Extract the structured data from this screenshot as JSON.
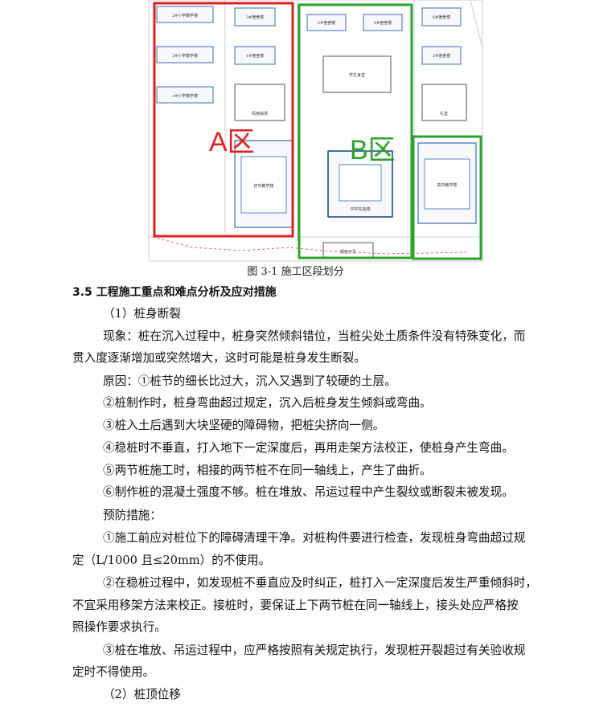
{
  "figure": {
    "zone_a_label": "A区",
    "zone_b_label": "B区",
    "building_labels": {
      "b1": "2#小学教学楼",
      "b2": "2#小学教学楼",
      "b3": "1#小学教学楼",
      "b4": "3#宿舍楼",
      "b5": "1#宿舍楼",
      "b6": "风雨操场",
      "b7": "初中教学楼",
      "b8": "5#宿舍楼",
      "b9": "4#宿舍楼",
      "b10": "学生食堂",
      "b11": "中学实验楼",
      "b12": "6#宿舍楼",
      "b13": "3#宿舍楼",
      "b14": "礼堂",
      "b15": "高中教学楼",
      "b16": "报告厅及"
    },
    "colors": {
      "zone_a": "#e02020",
      "zone_b": "#2aa52a",
      "building": "#3a6bb0"
    }
  },
  "caption": "图 3-1 施工区段划分",
  "section_heading": "3.5 工程施工重点和难点分析及应对措施",
  "lines": [
    "（1）桩身断裂",
    "现象：桩在沉入过程中，桩身突然倾斜错位，当桩尖处土质条件没有特殊变化，而",
    "贯入度逐渐增加或突然增大，这时可能是桩身发生断裂。",
    "原因：①桩节的细长比过大，沉入又遇到了较硬的土层。",
    "②桩制作时，桩身弯曲超过规定，沉入后桩身发生倾斜或弯曲。",
    "③桩入土后遇到大块坚硬的障碍物，把桩尖挤向一侧。",
    "④稳桩时不垂直，打入地下一定深度后，再用走架方法校正，使桩身产生弯曲。",
    "⑤两节桩施工时，相接的两节桩不在同一轴线上，产生了曲折。",
    "⑥制作桩的混凝土强度不够。桩在堆放、吊运过程中产生裂纹或断裂未被发现。",
    "预防措施：",
    "①施工前应对桩位下的障碍清理干净。对桩构件要进行检查，发现桩身弯曲超过规",
    "定（L/1000 且≤20mm）的不使用。",
    "②在稳桩过程中，如发现桩不垂直应及时纠正，桩打入一定深度后发生严重倾斜时，",
    "不宜采用移架方法来校正。接桩时，要保证上下两节桩在同一轴线上，接头处应严格按",
    "照操作要求执行。",
    "③桩在堆放、吊运过程中，应严格按照有关规定执行，发现桩开裂超过有关验收规",
    "定时不得使用。",
    "（2）桩顶位移"
  ]
}
